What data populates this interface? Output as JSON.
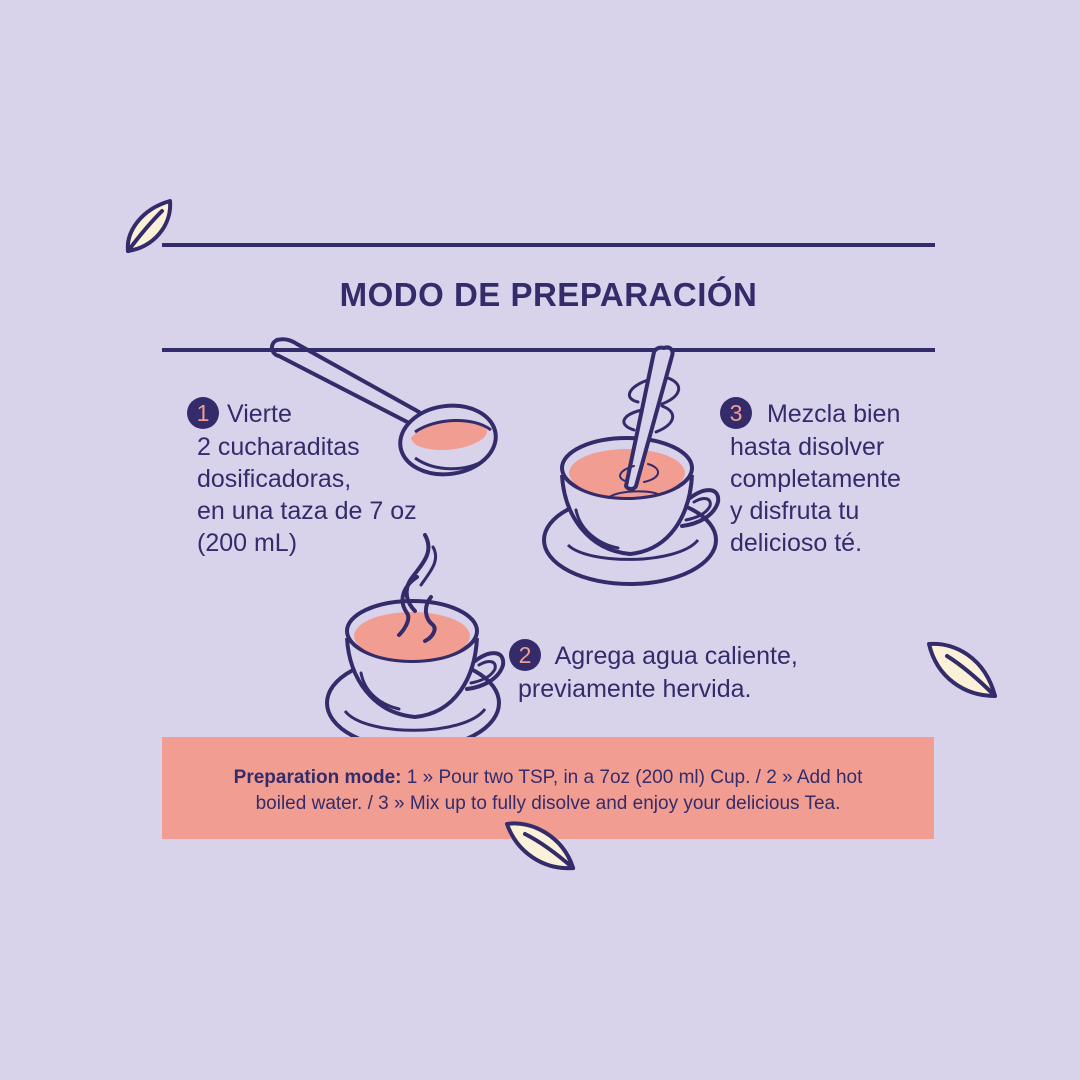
{
  "heading": {
    "title": "MODO DE PREPARACIÓN"
  },
  "steps": [
    {
      "number": "1",
      "lines": [
        "Vierte",
        "2 cucharaditas",
        "dosificadoras,",
        "en una taza de 7 oz",
        "(200 mL)"
      ]
    },
    {
      "number": "2",
      "lines": [
        "Agrega agua caliente,",
        "previamente hervida."
      ]
    },
    {
      "number": "3",
      "lines": [
        "Mezcla bien",
        "hasta disolver",
        "completamente",
        "y disfruta tu",
        "delicioso té."
      ]
    }
  ],
  "english": {
    "label": "Preparation mode:",
    "line1": " 1 » Pour two TSP, in a 7oz (200 ml) Cup. / 2 » Add hot",
    "line2": "boiled water. / 3 » Mix up to fully disolve and enjoy your delicious Tea."
  },
  "icons": [
    "leaf-icon",
    "spoon-icon",
    "steaming-cup-icon",
    "stirring-cup-icon"
  ],
  "colors": {
    "background": "#d8d3eb",
    "ink": "#342c6a",
    "accent": "#f29d92",
    "leaf_fill": "#fbf1d9"
  }
}
